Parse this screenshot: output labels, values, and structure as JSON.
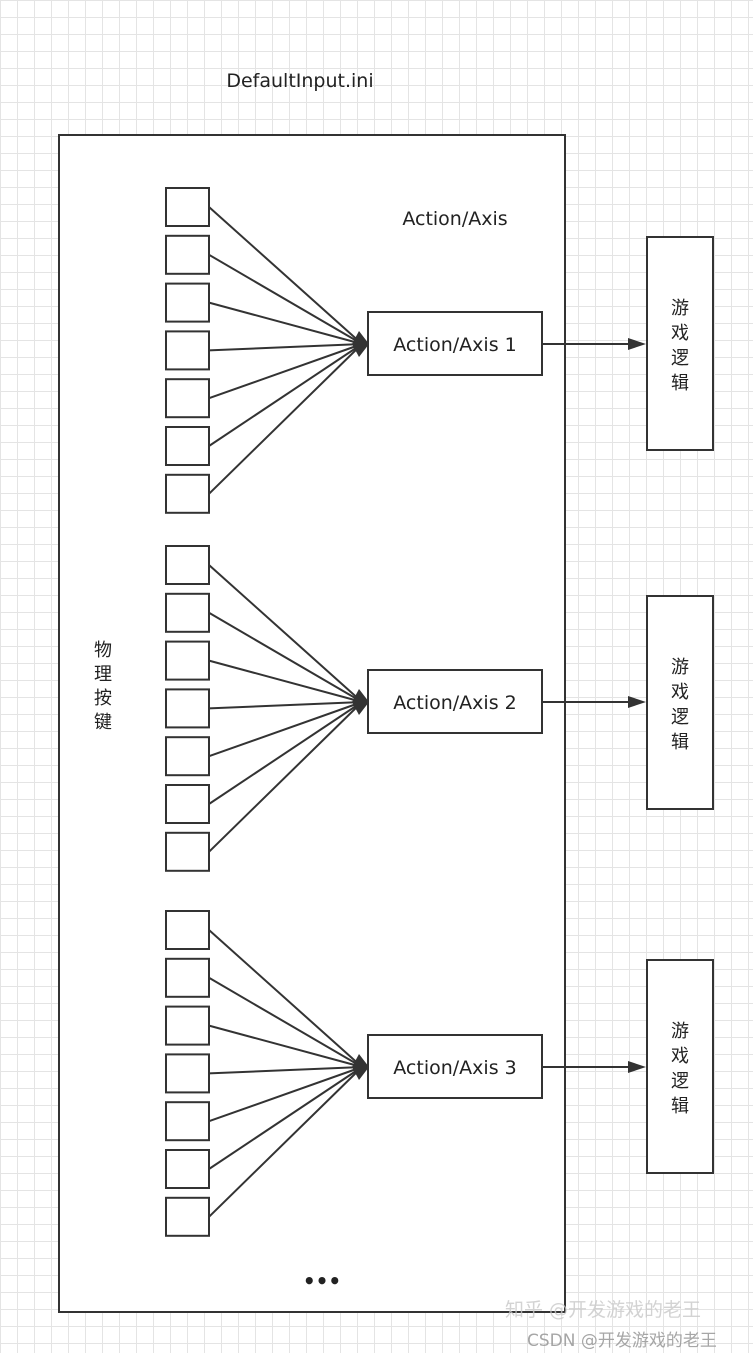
{
  "title": "DefaultInput.ini",
  "container_label": "Action/Axis",
  "physical_keys_label": [
    "物",
    "理",
    "按",
    "键"
  ],
  "groups": [
    {
      "action_label": "Action/Axis 1",
      "key_count": 7,
      "logic_label": [
        "游",
        "戏",
        "逻",
        "辑"
      ]
    },
    {
      "action_label": "Action/Axis 2",
      "key_count": 7,
      "logic_label": [
        "游",
        "戏",
        "逻",
        "辑"
      ]
    },
    {
      "action_label": "Action/Axis 3",
      "key_count": 7,
      "logic_label": [
        "游",
        "戏",
        "逻",
        "辑"
      ]
    }
  ],
  "ellipsis": "•••",
  "watermark": [
    "知乎 @开发游戏的老王",
    "CSDN @开发游戏的老王"
  ],
  "colors": {
    "stroke": "#333333",
    "grid": "#e4e4e4"
  }
}
